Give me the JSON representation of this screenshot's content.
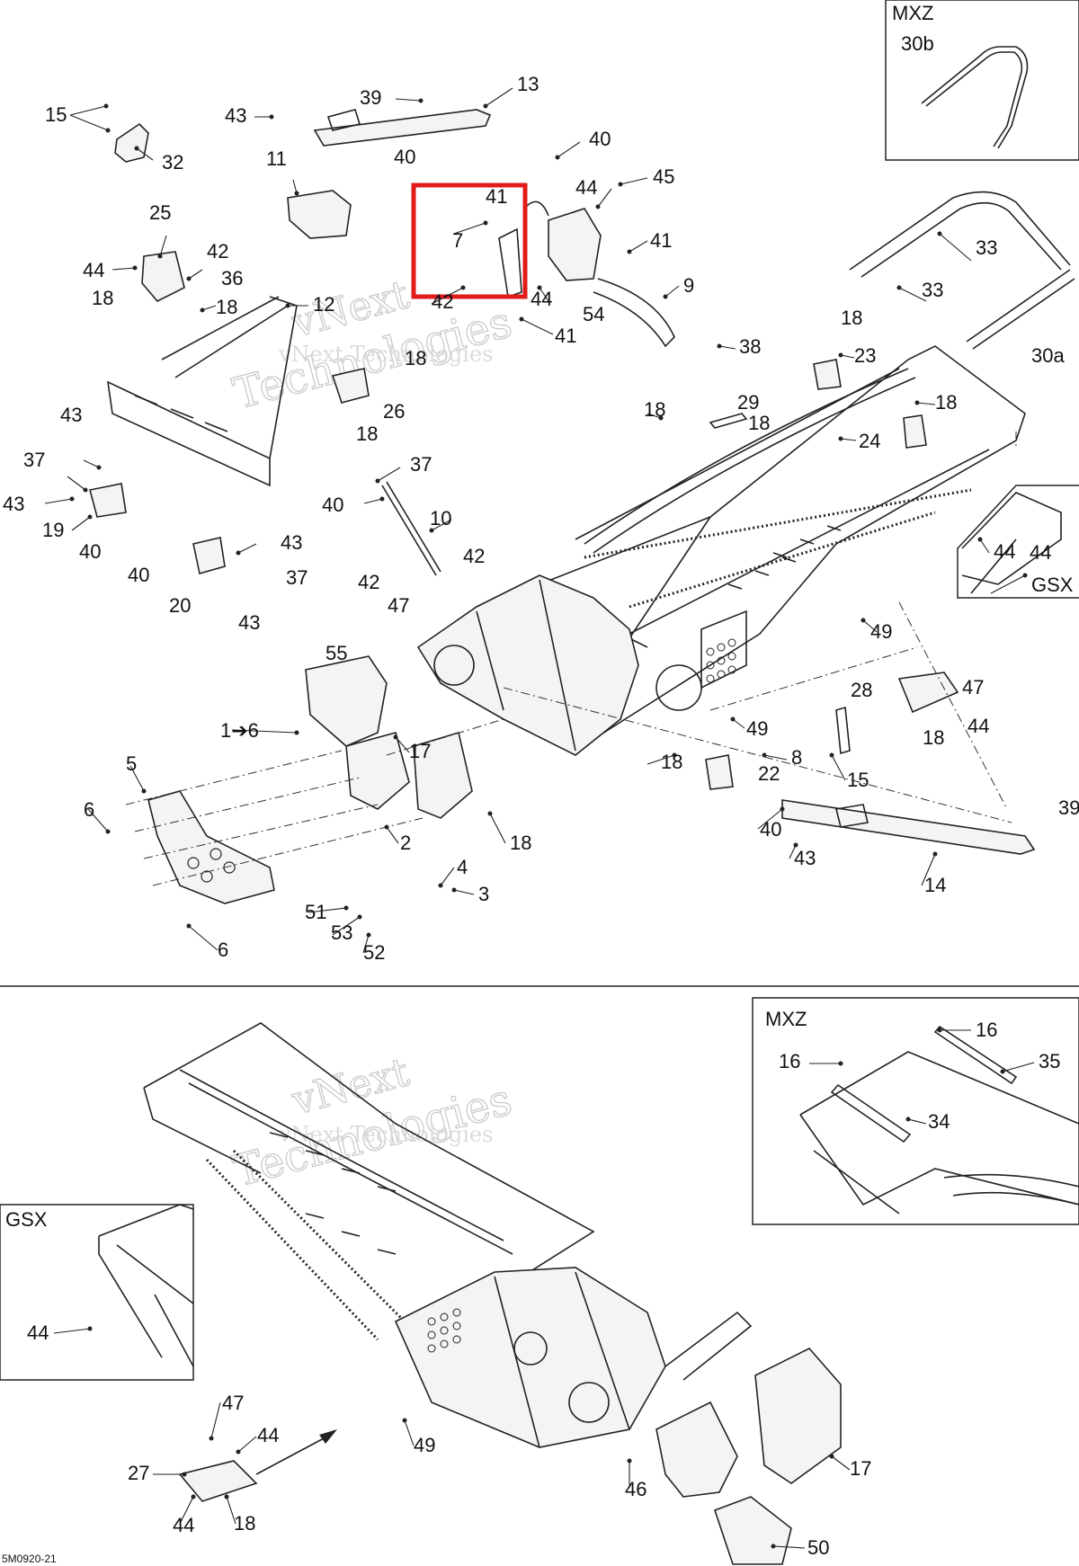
{
  "diagram": {
    "reference_code": "5M0920-21",
    "watermark": [
      "vNext",
      "Technologies"
    ],
    "highlight_color": "#e21b1b",
    "callouts_top": [
      {
        "t": "15"
      },
      {
        "t": "32"
      },
      {
        "t": "43"
      },
      {
        "t": "39"
      },
      {
        "t": "13"
      },
      {
        "t": "40"
      },
      {
        "t": "11"
      },
      {
        "t": "40"
      },
      {
        "t": "41"
      },
      {
        "t": "7"
      },
      {
        "t": "42"
      },
      {
        "t": "44"
      },
      {
        "t": "45"
      },
      {
        "t": "41"
      },
      {
        "t": "44"
      },
      {
        "t": "54"
      },
      {
        "t": "41"
      },
      {
        "t": "9"
      },
      {
        "t": "25"
      },
      {
        "t": "44"
      },
      {
        "t": "42"
      },
      {
        "t": "36"
      },
      {
        "t": "18"
      },
      {
        "t": "18"
      },
      {
        "t": "12"
      },
      {
        "t": "18"
      },
      {
        "t": "26"
      },
      {
        "t": "18"
      },
      {
        "t": "33"
      },
      {
        "t": "33"
      },
      {
        "t": "30a"
      },
      {
        "t": "18"
      },
      {
        "t": "23"
      },
      {
        "t": "38"
      },
      {
        "t": "18"
      },
      {
        "t": "24"
      },
      {
        "t": "18"
      },
      {
        "t": "29"
      },
      {
        "t": "18"
      },
      {
        "t": "43"
      },
      {
        "t": "37"
      },
      {
        "t": "43"
      },
      {
        "t": "19"
      },
      {
        "t": "40"
      },
      {
        "t": "37"
      },
      {
        "t": "40"
      },
      {
        "t": "10"
      },
      {
        "t": "42"
      },
      {
        "t": "42"
      },
      {
        "t": "47"
      },
      {
        "t": "43"
      },
      {
        "t": "40"
      },
      {
        "t": "37"
      },
      {
        "t": "20"
      },
      {
        "t": "43"
      },
      {
        "t": "44"
      },
      {
        "t": "49"
      },
      {
        "t": "55"
      },
      {
        "t": "1➔6"
      },
      {
        "t": "28"
      },
      {
        "t": "47"
      },
      {
        "t": "44"
      },
      {
        "t": "18"
      },
      {
        "t": "49"
      },
      {
        "t": "17"
      },
      {
        "t": "5"
      },
      {
        "t": "8"
      },
      {
        "t": "18"
      },
      {
        "t": "22"
      },
      {
        "t": "15"
      },
      {
        "t": "6"
      },
      {
        "t": "18"
      },
      {
        "t": "2"
      },
      {
        "t": "4"
      },
      {
        "t": "3"
      },
      {
        "t": "40"
      },
      {
        "t": "43"
      },
      {
        "t": "39"
      },
      {
        "t": "14"
      },
      {
        "t": "51"
      },
      {
        "t": "53"
      },
      {
        "t": "52"
      },
      {
        "t": "6"
      }
    ],
    "callouts_bottom": [
      {
        "t": "16"
      },
      {
        "t": "16"
      },
      {
        "t": "35"
      },
      {
        "t": "34"
      },
      {
        "t": "44"
      },
      {
        "t": "47"
      },
      {
        "t": "44"
      },
      {
        "t": "27"
      },
      {
        "t": "49"
      },
      {
        "t": "46"
      },
      {
        "t": "17"
      },
      {
        "t": "44"
      },
      {
        "t": "18"
      },
      {
        "t": "50"
      }
    ],
    "insets": [
      {
        "title": "MXZ",
        "callouts": [
          {
            "t": "30b"
          }
        ]
      },
      {
        "title": "GSX",
        "callouts": [
          {
            "t": "44"
          }
        ]
      },
      {
        "title": "MXZ",
        "callouts": []
      },
      {
        "title": "GSX",
        "callouts": []
      }
    ]
  }
}
